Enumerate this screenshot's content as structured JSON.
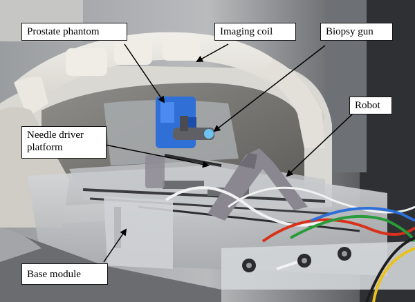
{
  "labels": {
    "prostate_phantom": "Prostate phantom",
    "imaging_coil": "Imaging coil",
    "biopsy_gun": "Biopsy gun",
    "robot": "Robot",
    "needle_driver_platform_line1": "Needle driver",
    "needle_driver_platform_line2": "platform",
    "base_module": "Base module"
  },
  "colors": {
    "phantom_blue": "#2f6fd6",
    "coil_white": "#e8e6df",
    "robot_gray": "#8a8790",
    "acrylic": "#c9ccd0",
    "cable_red": "#d8311a",
    "cable_green": "#2a9b3a",
    "cable_blue": "#2c6fd8",
    "cable_yellow": "#e9c21b"
  }
}
